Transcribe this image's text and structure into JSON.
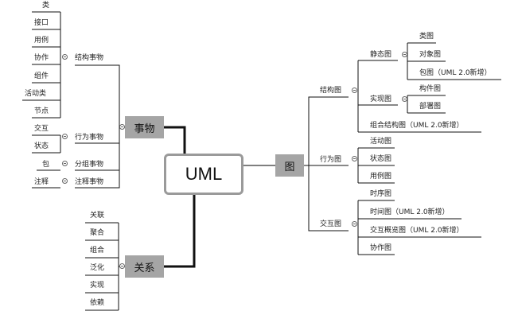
{
  "root": "UML",
  "main": {
    "things": "事物",
    "relations": "关系",
    "diagrams": "图"
  },
  "things": {
    "structural": {
      "label": "结构事物",
      "items": [
        "类",
        "接口",
        "用例",
        "协作",
        "组件",
        "活动类",
        "节点"
      ]
    },
    "behavioral": {
      "label": "行为事物",
      "items": [
        "交互",
        "状态"
      ]
    },
    "grouping": {
      "label": "分组事物",
      "items": [
        "包"
      ]
    },
    "annotational": {
      "label": "注释事物",
      "items": [
        "注释"
      ]
    }
  },
  "relations": {
    "items": [
      "关联",
      "聚合",
      "组合",
      "泛化",
      "实现",
      "依赖"
    ]
  },
  "diagrams": {
    "structure": {
      "label": "结构图",
      "static": {
        "label": "静态图",
        "items": [
          "类图",
          "对象图",
          "包图（UML 2.0新增）"
        ]
      },
      "implementation": {
        "label": "实现图",
        "items": [
          "构件图",
          "部署图"
        ]
      },
      "composite": "组合结构图（UML 2.0新增）"
    },
    "behavior": {
      "label": "行为图",
      "items": [
        "活动图",
        "状态图",
        "用例图"
      ]
    },
    "interaction": {
      "label": "交互图",
      "items": [
        "时序图",
        "时间图（UML 2.0新增）",
        "交互概览图（UML 2.0新增）",
        "协作图"
      ]
    }
  }
}
